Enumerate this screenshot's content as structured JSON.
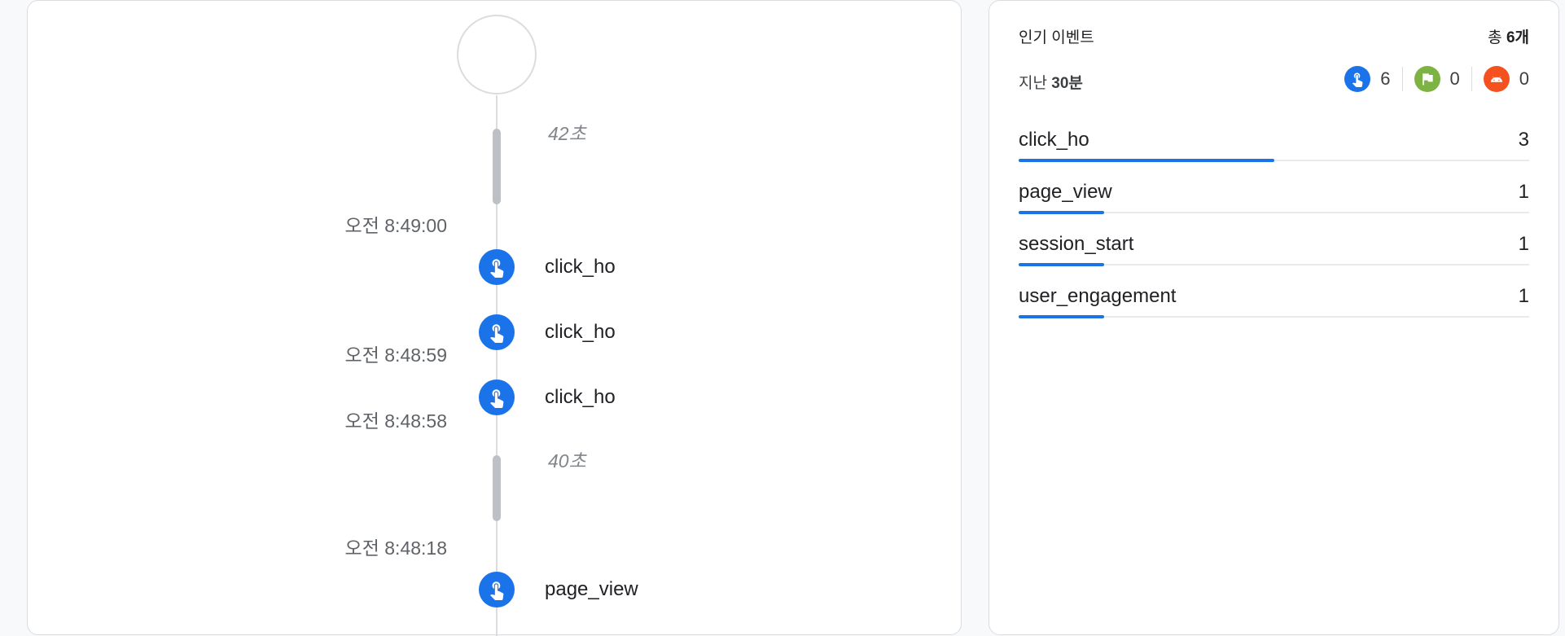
{
  "timeline": {
    "durations": [
      {
        "label": "42초"
      },
      {
        "label": "40초"
      }
    ],
    "timestamps": [
      {
        "label": "오전 8:49:00"
      },
      {
        "label": "오전 8:48:59"
      },
      {
        "label": "오전 8:48:58"
      },
      {
        "label": "오전 8:48:18"
      }
    ],
    "events": [
      {
        "label": "click_ho",
        "icon": "touch-icon"
      },
      {
        "label": "click_ho",
        "icon": "touch-icon"
      },
      {
        "label": "click_ho",
        "icon": "touch-icon"
      },
      {
        "label": "page_view",
        "icon": "touch-icon"
      }
    ]
  },
  "top_events": {
    "title": "인기 이벤트",
    "total_prefix": "총",
    "total_value": "6개",
    "total_events": 6,
    "period_prefix": "지난",
    "period_value": "30분",
    "counters": [
      {
        "name": "events",
        "icon": "touch-icon",
        "value": 6,
        "color": "#1a73e8"
      },
      {
        "name": "conversions",
        "icon": "flag-icon",
        "value": 0,
        "color": "#7cb342"
      },
      {
        "name": "errors",
        "icon": "android-icon",
        "value": 0,
        "color": "#f4511e"
      }
    ],
    "rows": [
      {
        "name": "click_ho",
        "count": 3
      },
      {
        "name": "page_view",
        "count": 1
      },
      {
        "name": "session_start",
        "count": 1
      },
      {
        "name": "user_engagement",
        "count": 1
      }
    ]
  },
  "colors": {
    "accent_blue": "#1a73e8",
    "green": "#7cb342",
    "orange": "#f4511e",
    "timeline_gray": "#bdc1c6",
    "border_gray": "#dadce0"
  }
}
